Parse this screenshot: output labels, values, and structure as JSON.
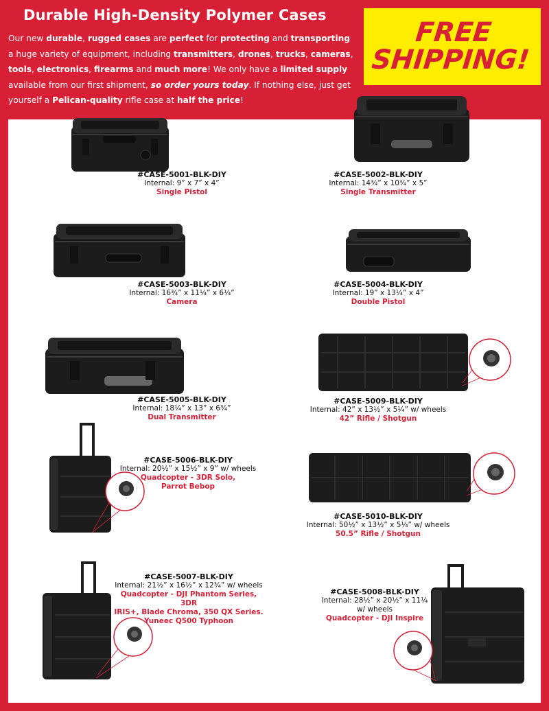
{
  "header": {
    "title": "Durable High-Density Polymer Cases",
    "intro": [
      {
        "t": "Our new ",
        "b": false
      },
      {
        "t": "durable",
        "b": true
      },
      {
        "t": ", ",
        "b": false
      },
      {
        "t": "rugged cases",
        "b": true
      },
      {
        "t": " are ",
        "b": false
      },
      {
        "t": "perfect",
        "b": true
      },
      {
        "t": " for ",
        "b": false
      },
      {
        "t": "protecting",
        "b": true
      },
      {
        "t": " and ",
        "b": false
      },
      {
        "t": "transporting",
        "b": true
      },
      {
        "t": " a huge variety of equipment, including ",
        "b": false
      },
      {
        "t": "transmitters",
        "b": true
      },
      {
        "t": ", ",
        "b": false
      },
      {
        "t": "drones",
        "b": true
      },
      {
        "t": ", ",
        "b": false
      },
      {
        "t": "trucks",
        "b": true
      },
      {
        "t": ", ",
        "b": false
      },
      {
        "t": "cameras",
        "b": true
      },
      {
        "t": ", ",
        "b": false
      },
      {
        "t": "tools",
        "b": true
      },
      {
        "t": ", ",
        "b": false
      },
      {
        "t": "electronics",
        "b": true
      },
      {
        "t": ", ",
        "b": false
      },
      {
        "t": "firearms",
        "b": true
      },
      {
        "t": " and ",
        "b": false
      },
      {
        "t": "much more",
        "b": true
      },
      {
        "t": "! We only have a ",
        "b": false
      },
      {
        "t": "limited supply",
        "b": true
      },
      {
        "t": " available from our first shipment, ",
        "b": false
      },
      {
        "t": "so order yours today",
        "i": true
      },
      {
        "t": ". If nothing else, just get yourself a ",
        "b": false
      },
      {
        "t": "Pelican-quality",
        "b": true
      },
      {
        "t": " rifle case at ",
        "b": false
      },
      {
        "t": "half the price",
        "b": true
      },
      {
        "t": "!",
        "b": false
      }
    ]
  },
  "promo": {
    "line1": "FREE",
    "line2": "SHIPPING!"
  },
  "products": [
    {
      "code": "#CASE-5001-BLK-DIY",
      "dims": "Internal: 9” x 7” x 4”",
      "use": [
        "Single Pistol"
      ]
    },
    {
      "code": "#CASE-5002-BLK-DIY",
      "dims": "Internal: 14¾” x 10¾” x 5”",
      "use": [
        "Single Transmitter"
      ]
    },
    {
      "code": "#CASE-5003-BLK-DIY",
      "dims": "Internal: 16¾” x 11¼” x 6¼”",
      "use": [
        "Camera"
      ]
    },
    {
      "code": "#CASE-5004-BLK-DIY",
      "dims": "Internal: 19” x 13¼” x 4”",
      "use": [
        "Double Pistol"
      ]
    },
    {
      "code": "#CASE-5005-BLK-DIY",
      "dims": "Internal: 18¼” x 13” x 6¾”",
      "use": [
        "Dual Transmitter"
      ]
    },
    {
      "code": "#CASE-5009-BLK-DIY",
      "dims": "Internal: 42” x 13½” x 5¼” w/ wheels",
      "use": [
        "42” Rifle / Shotgun"
      ]
    },
    {
      "code": "#CASE-5006-BLK-DIY",
      "dims": "Internal: 20½” x 15½” x 9” w/ wheels",
      "use": [
        "Quadcopter - 3DR Solo,",
        "Parrot Bebop"
      ]
    },
    {
      "code": "#CASE-5010-BLK-DIY",
      "dims": "Internal: 50½” x 13½” x 5¼” w/ wheels",
      "use": [
        "50.5” Rifle / Shotgun"
      ]
    },
    {
      "code": "#CASE-5007-BLK-DIY",
      "dims": "Internal: 21½” x 16½” x 12¾” w/ wheels",
      "use": [
        "Quadcopter - DJI Phantom Series, 3DR",
        "IRIS+, Blade Chroma, 350 QX Series.",
        "Yuneec Q500 Typhoon"
      ]
    },
    {
      "code": "#CASE-5008-BLK-DIY",
      "dims": "Internal: 28½” x 20½” x 11¼",
      "dims2": "w/ wheels",
      "use": [
        "Quadcopter - DJI Inspire"
      ]
    }
  ],
  "colors": {
    "brand_red": "#d71f36",
    "promo_yellow": "#ffed00",
    "case_black": "#1c1c1c"
  }
}
